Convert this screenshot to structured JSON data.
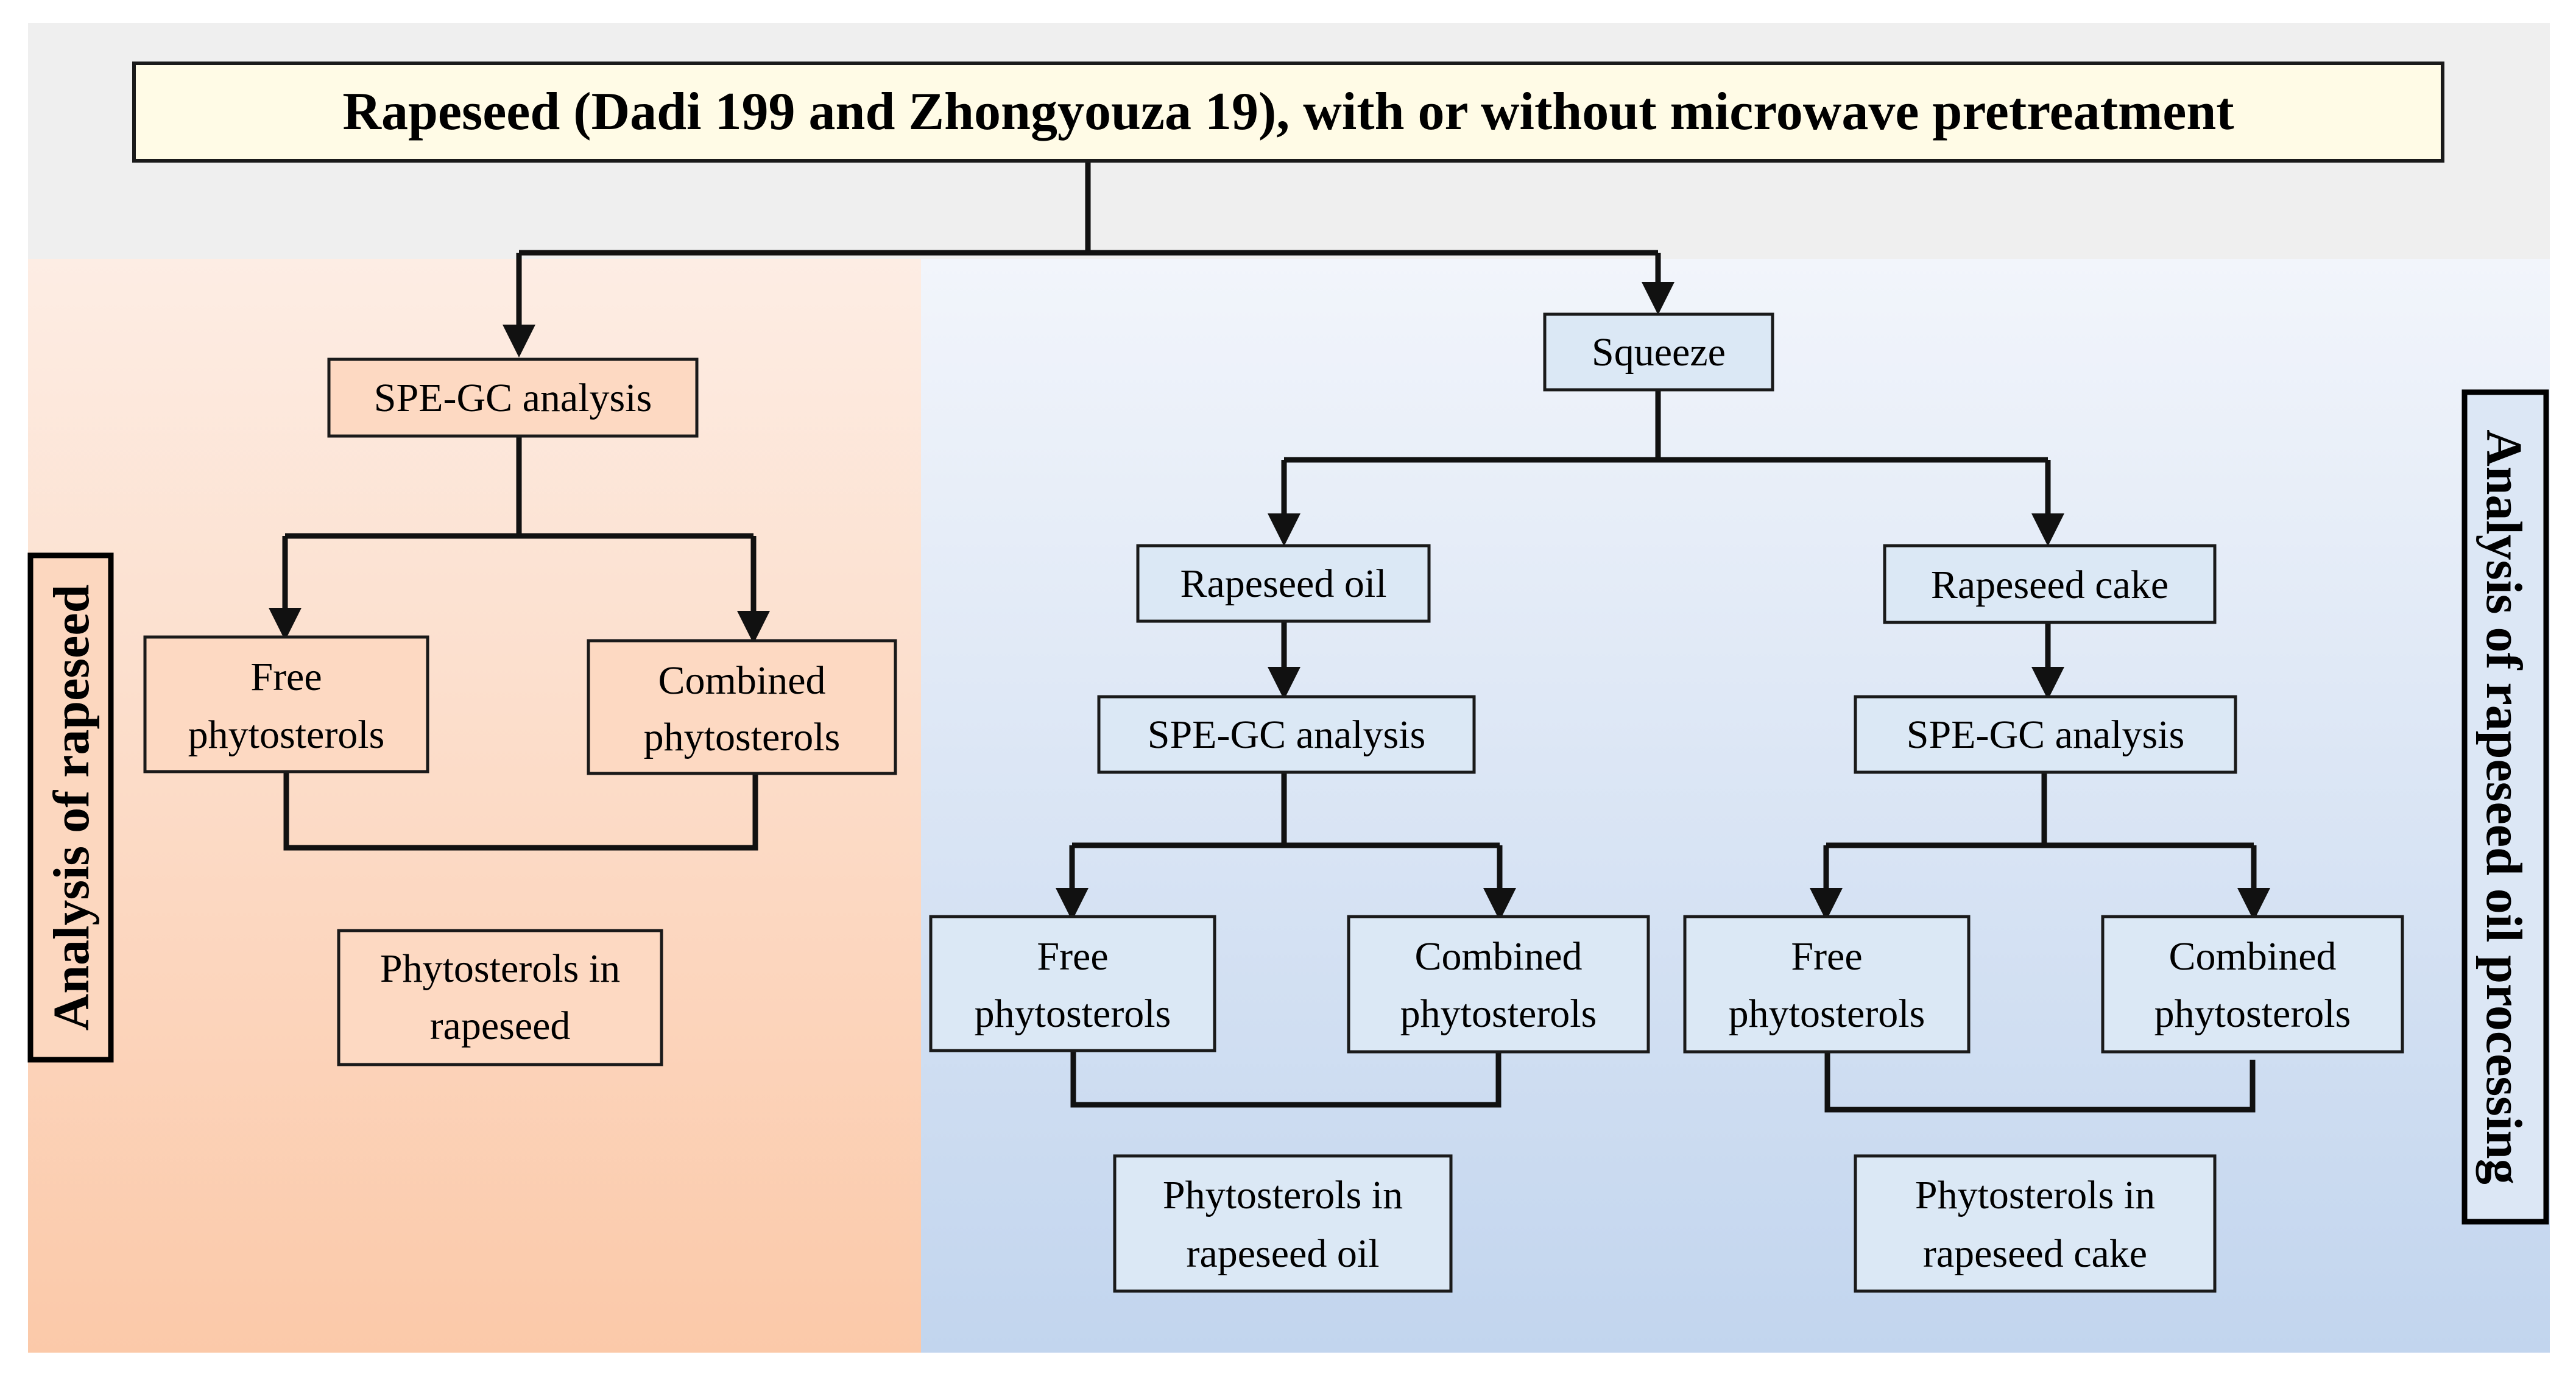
{
  "title": "Rapeseed (Dadi 199 and Zhongyouza 19), with or without microwave pretreatment",
  "left_panel": {
    "side_label": "Analysis of rapeseed",
    "spe_gc": "SPE-GC analysis",
    "free": [
      "Free",
      "phytosterols"
    ],
    "combined": [
      "Combined",
      "phytosterols"
    ],
    "result": [
      "Phytosterols in",
      "rapeseed"
    ]
  },
  "right_panel": {
    "side_label": "Analysis of rapeseed oil processing",
    "squeeze": "Squeeze",
    "oil_branch": {
      "product": "Rapeseed oil",
      "spe_gc": "SPE-GC analysis",
      "free": [
        "Free",
        "phytosterols"
      ],
      "combined": [
        "Combined",
        "phytosterols"
      ],
      "result": [
        "Phytosterols in",
        "rapeseed oil"
      ]
    },
    "cake_branch": {
      "product": "Rapeseed cake",
      "spe_gc": "SPE-GC analysis",
      "free": [
        "Free",
        "phytosterols"
      ],
      "combined": [
        "Combined",
        "phytosterols"
      ],
      "result": [
        "Phytosterols in",
        "rapeseed cake"
      ]
    }
  },
  "colors": {
    "top_band": "#efefef",
    "left_panel_top": "#fdebe2",
    "left_panel_bottom": "#fbcbad",
    "right_panel_top": "#f1f4fb",
    "right_panel_bottom": "#c3d6ee",
    "box_fill": "#dbe8f5",
    "title_fill": "#fffbe6"
  }
}
